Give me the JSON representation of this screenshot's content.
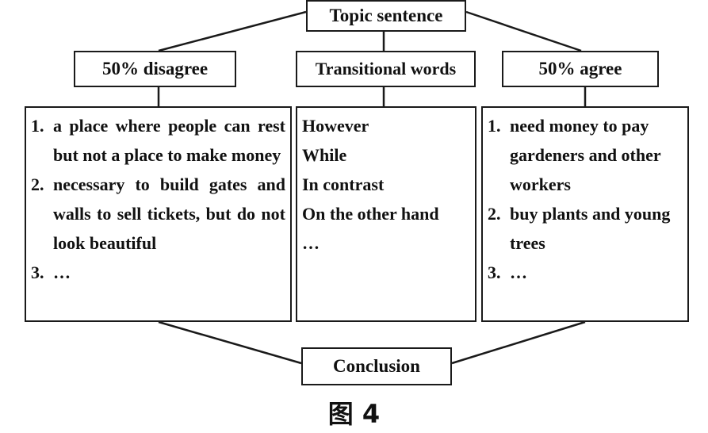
{
  "topic": "Topic sentence",
  "columns": {
    "disagree": {
      "title": "50% disagree",
      "items": [
        {
          "num": "1.",
          "text": "a place where people can rest but not a place to make money"
        },
        {
          "num": "2.",
          "text": "necessary to build gates and walls to sell tickets, but do not look beautiful"
        },
        {
          "num": "3.",
          "text": "…"
        }
      ]
    },
    "transitional": {
      "title": "Transitional words",
      "items": [
        "However",
        "While",
        "In contrast",
        "On the other hand",
        "…"
      ]
    },
    "agree": {
      "title": "50% agree",
      "items": [
        {
          "num": "1.",
          "text": "need money to pay gardeners and other workers"
        },
        {
          "num": "2.",
          "text": "buy plants and young trees"
        },
        {
          "num": "3.",
          "text": "…"
        }
      ]
    }
  },
  "conclusion": "Conclusion",
  "caption": "图 4"
}
